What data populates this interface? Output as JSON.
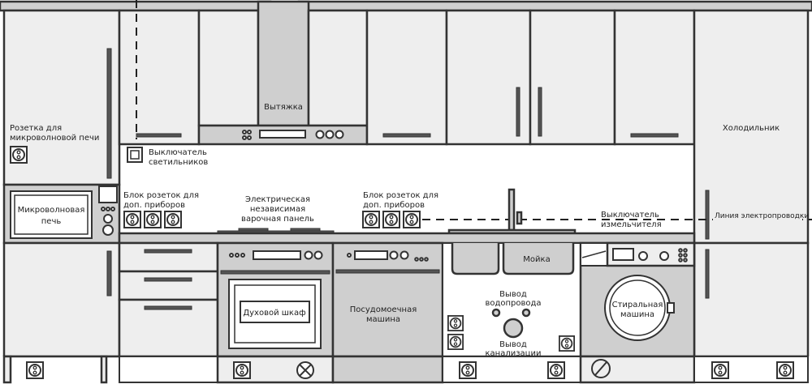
{
  "labels": {
    "hood": "Вытяжка",
    "microwave_socket": [
      "Розетка для",
      "микроволновой печи"
    ],
    "light_switch": [
      "Выключатель",
      "светильников"
    ],
    "microwave": [
      "Микроволновая",
      "печь"
    ],
    "socket_block_left": [
      "Блок розеток для",
      "доп. приборов"
    ],
    "hob": [
      "Электрическая",
      "независимая",
      "варочная панель"
    ],
    "socket_block_right": [
      "Блок розеток для",
      "доп. приборов"
    ],
    "grinder_switch": [
      "Выключатель",
      "измельчителя"
    ],
    "wiring_line": "Линия электропроводки",
    "fridge": "Холодильник",
    "sink": "Мойка",
    "water_outlet": [
      "Вывод",
      "водопровода"
    ],
    "sewer_outlet": [
      "Вывод",
      "канализации"
    ],
    "oven": "Духовой шкаф",
    "dishwasher": [
      "Посудомоечная",
      "машина"
    ],
    "washer": [
      "Стиральная",
      "машина"
    ]
  }
}
